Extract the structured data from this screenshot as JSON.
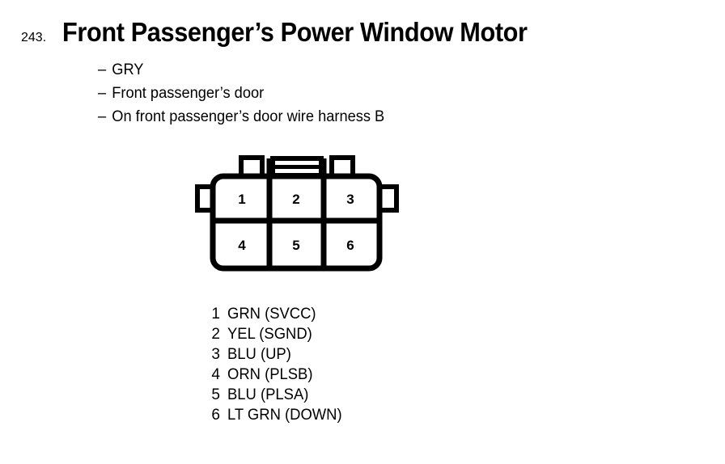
{
  "page": {
    "background_color": "#ffffff",
    "ink_color": "#000000"
  },
  "header": {
    "item_number": "243.",
    "title": "Front Passenger’s Power Window Motor"
  },
  "specs": {
    "dash": "–",
    "items": [
      {
        "label": "GRY"
      },
      {
        "label": "Front passenger’s door"
      },
      {
        "label": "On front passenger’s door wire harness B"
      }
    ]
  },
  "connector": {
    "name": "6-pin connector face view",
    "rows": 2,
    "columns": 3,
    "pins": [
      {
        "number": "1",
        "row": 0,
        "col": 0
      },
      {
        "number": "2",
        "row": 0,
        "col": 1
      },
      {
        "number": "3",
        "row": 0,
        "col": 2
      },
      {
        "number": "4",
        "row": 1,
        "col": 0
      },
      {
        "number": "5",
        "row": 1,
        "col": 1
      },
      {
        "number": "6",
        "row": 1,
        "col": 2
      }
    ]
  },
  "pin_legend": [
    {
      "number": "1",
      "label": "GRN (SVCC)"
    },
    {
      "number": "2",
      "label": "YEL (SGND)"
    },
    {
      "number": "3",
      "label": "BLU (UP)"
    },
    {
      "number": "4",
      "label": "ORN (PLSB)"
    },
    {
      "number": "5",
      "label": "BLU (PLSA)"
    },
    {
      "number": "6",
      "label": "LT GRN (DOWN)"
    }
  ]
}
